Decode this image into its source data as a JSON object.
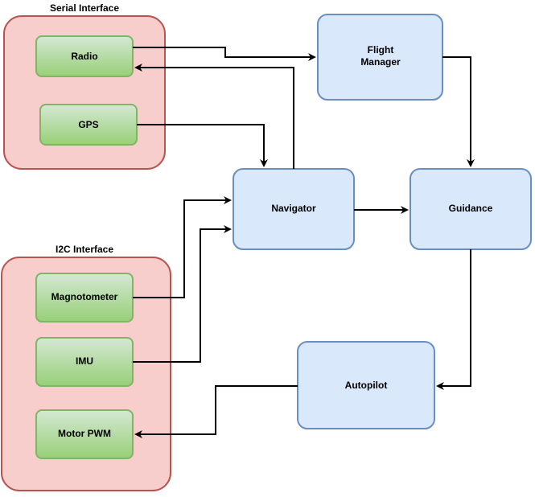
{
  "colors": {
    "group_fill": "#f8cecc",
    "group_stroke": "#b85450",
    "device_fill_top": "#d5e8d4",
    "device_fill_bottom": "#97d077",
    "device_stroke": "#82b366",
    "module_fill": "#dae8fc",
    "module_stroke": "#6c8ebf",
    "edge": "#000000"
  },
  "groups": {
    "serial": {
      "label": "Serial Interface"
    },
    "i2c": {
      "label": "I2C Interface"
    }
  },
  "devices": {
    "radio": "Radio",
    "gps": "GPS",
    "magnetometer": "Magnotometer",
    "imu": "IMU",
    "motor_pwm": "Motor PWM"
  },
  "modules": {
    "flight_manager": [
      "Flight",
      "Manager"
    ],
    "navigator": "Navigator",
    "guidance": "Guidance",
    "autopilot": "Autopilot"
  },
  "edges": [
    {
      "from": "Radio",
      "to": "Flight Manager"
    },
    {
      "from": "Navigator",
      "to": "Radio"
    },
    {
      "from": "GPS",
      "to": "Navigator"
    },
    {
      "from": "Flight Manager",
      "to": "Guidance"
    },
    {
      "from": "Navigator",
      "to": "Guidance"
    },
    {
      "from": "Magnotometer",
      "to": "Navigator"
    },
    {
      "from": "IMU",
      "to": "Navigator"
    },
    {
      "from": "Guidance",
      "to": "Autopilot"
    },
    {
      "from": "Autopilot",
      "to": "Motor PWM"
    }
  ]
}
